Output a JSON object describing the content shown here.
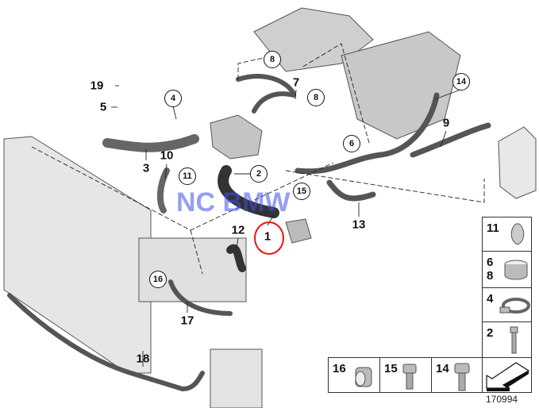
{
  "watermark": "NC BMW",
  "callouts": {
    "p1": "1",
    "p2": "2",
    "p3": "3",
    "p4": "4",
    "p5": "5",
    "p6": "6",
    "p7": "7",
    "p8a": "8",
    "p8b": "8",
    "p9": "9",
    "p10": "10",
    "p11": "11",
    "p12": "12",
    "p13": "13",
    "p14": "14",
    "p15": "15",
    "p16": "16",
    "p17": "17",
    "p18": "18",
    "p19": "19"
  },
  "legend": {
    "clip": "11",
    "band_clamp_a": "6",
    "band_clamp_b": "8",
    "hose_clamp": "4",
    "bolt_small": "2",
    "grommet": "16",
    "bolt_15": "15",
    "bolt_14": "14"
  },
  "diagram_number": "170994",
  "colors": {
    "highlight": "#ee1111",
    "watermark": "#3c50e6"
  }
}
